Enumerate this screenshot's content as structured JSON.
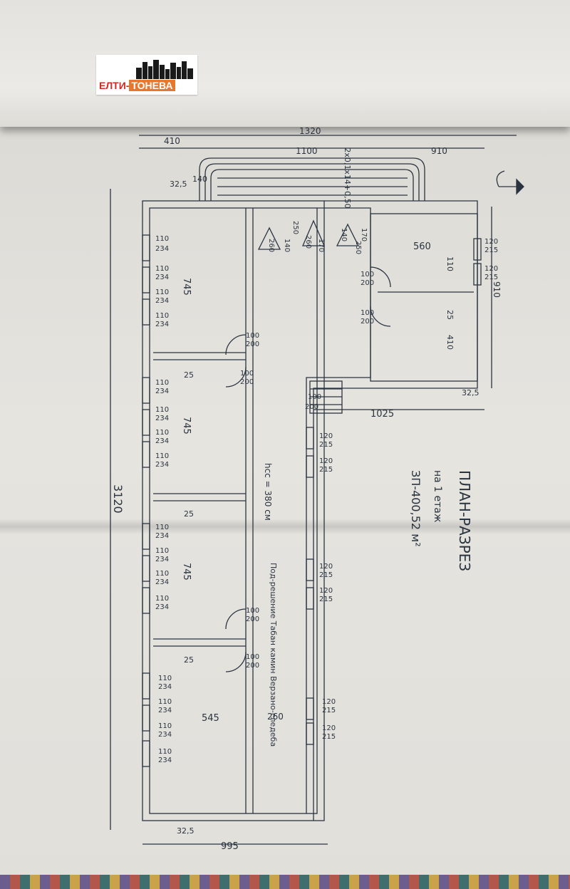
{
  "logo": {
    "part1": "ЕЛТИ",
    "separator": "-",
    "part2": "ТОНЕВА"
  },
  "title_block": {
    "title": "ПЛАН-РАЗРЕЗ",
    "floor": "на 1 етаж",
    "area": "ЗП-400,52 м²"
  },
  "dimensions": {
    "outer_top": [
      "410",
      "1320",
      "1100",
      "910"
    ],
    "stairs": "2x0,1x14+0,50",
    "stairs_side": "140",
    "left_wall": "32,5",
    "total_height": "3120",
    "right_height": "910",
    "right_offset": "32,5",
    "right_wing_width": "1025",
    "bottom_width": "995",
    "bottom_wall": "32,5",
    "room_top_right": "560",
    "room_lengths": [
      "745",
      "745",
      "745",
      "545"
    ],
    "partition": "25",
    "corridor_width": "260",
    "ceiling_height": "hсс = 380 см",
    "note": "Под-решение Табан камин Верзано-гледеба",
    "rooms_right": [
      "110",
      "25",
      "410"
    ],
    "tops": [
      "260",
      "250",
      "140",
      "260",
      "170",
      "140",
      "250",
      "170"
    ]
  },
  "windows_left": [
    [
      "110",
      "234"
    ],
    [
      "110",
      "234"
    ],
    [
      "110",
      "234"
    ],
    [
      "110",
      "234"
    ],
    [
      "110",
      "234"
    ],
    [
      "110",
      "234"
    ],
    [
      "110",
      "234"
    ],
    [
      "110",
      "234"
    ],
    [
      "110",
      "234"
    ],
    [
      "110",
      "234"
    ],
    [
      "110",
      "234"
    ],
    [
      "110",
      "234"
    ],
    [
      "110",
      "234"
    ],
    [
      "110",
      "234"
    ],
    [
      "110",
      "234"
    ],
    [
      "110",
      "234"
    ]
  ],
  "windows_right": [
    [
      "120",
      "215"
    ],
    [
      "120",
      "215"
    ],
    [
      "120",
      "215"
    ],
    [
      "120",
      "215"
    ],
    [
      "120",
      "215"
    ],
    [
      "120",
      "215"
    ],
    [
      "120",
      "215"
    ],
    [
      "120",
      "215"
    ]
  ],
  "doors": [
    [
      "100",
      "200"
    ],
    [
      "100",
      "200"
    ],
    [
      "100",
      "200"
    ],
    [
      "100",
      "200"
    ],
    [
      "100",
      "200"
    ],
    [
      "100",
      "200"
    ],
    [
      "100",
      "200"
    ]
  ],
  "colors": {
    "pencil": "#2a3440",
    "paper": "#e4e2dd",
    "logo_red": "#d42a1f",
    "logo_orange": "#e8772e"
  }
}
